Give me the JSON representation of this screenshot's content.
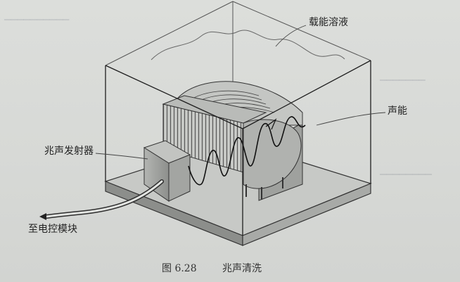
{
  "figure": {
    "labels": {
      "liquid": "载能溶液",
      "sound_energy": "声能",
      "transducer": "兆声发射器",
      "to_control": "至电控模块"
    },
    "caption": {
      "number": "图 6.28",
      "title": "兆声清洗"
    }
  },
  "colors": {
    "paper": "#d9dbd8",
    "ink": "#222222"
  }
}
